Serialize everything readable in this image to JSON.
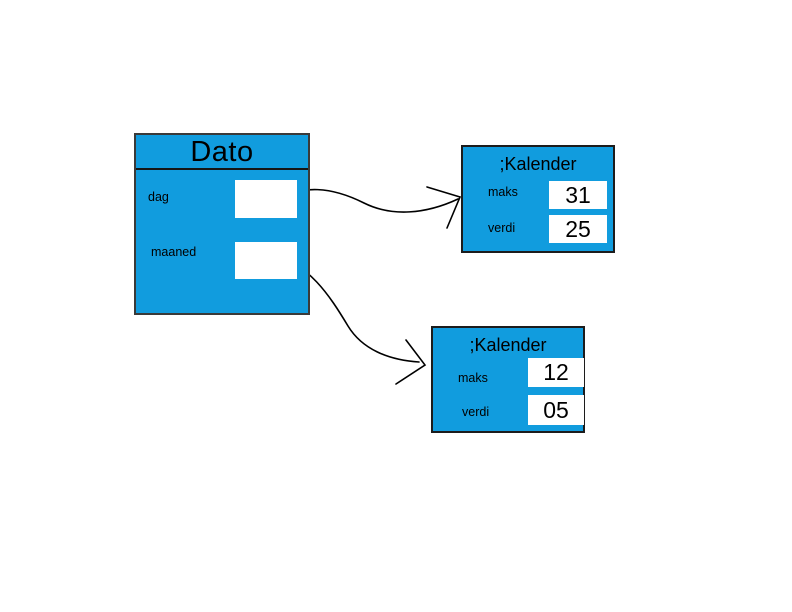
{
  "colors": {
    "object_fill": "#119cde",
    "object_border": "#1c1c1c",
    "slot_fill": "#ffffff",
    "arrow": "#000000",
    "background": "#ffffff",
    "text": "#000000"
  },
  "dato_object": {
    "title": "Dato",
    "fields": [
      {
        "label": "dag"
      },
      {
        "label": "maaned"
      }
    ]
  },
  "kalender_day_object": {
    "title": ";Kalender",
    "fields": [
      {
        "label": "maks",
        "value": "31"
      },
      {
        "label": "verdi",
        "value": "25"
      }
    ]
  },
  "kalender_month_object": {
    "title": ";Kalender",
    "fields": [
      {
        "label": "maks",
        "value": "12"
      },
      {
        "label": "verdi",
        "value": "05"
      }
    ]
  }
}
